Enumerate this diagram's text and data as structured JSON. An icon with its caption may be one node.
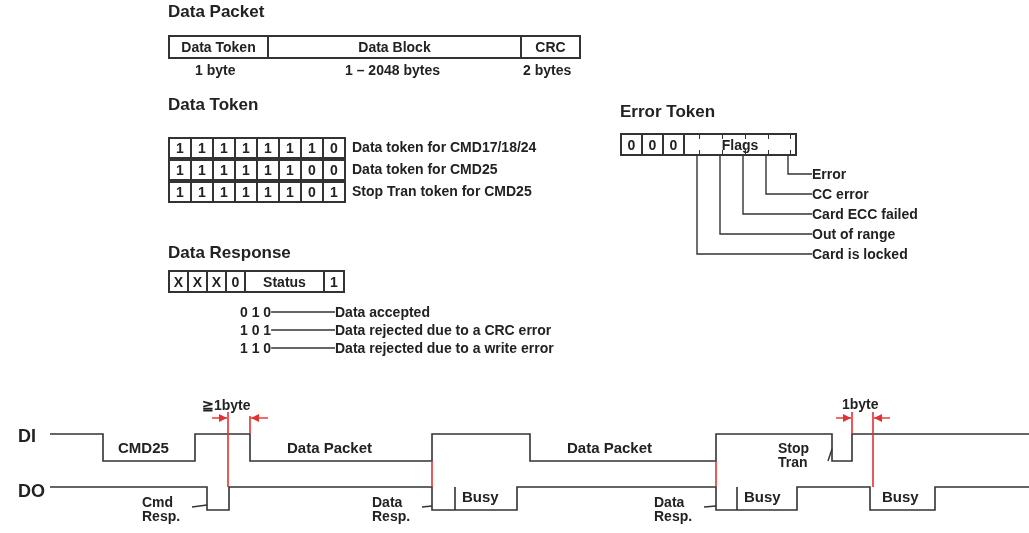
{
  "diagram": {
    "nodes": [
      {
        "text": [
          "Data Token"
        ],
        "beside": [
          "1 byte"
        ]
      },
      {
        "text": [
          "Data Block"
        ],
        "beside": [
          "1 – 2048 bytes"
        ]
      },
      {
        "text": [
          "CRC"
        ],
        "beside": [
          "2 bytes"
        ]
      },
      {
        "text": [
          "1"
        ]
      },
      {
        "text": [
          "1"
        ]
      },
      {
        "text": [
          "1"
        ]
      },
      {
        "text": [
          "1"
        ]
      },
      {
        "text": [
          "1"
        ]
      },
      {
        "text": [
          "1"
        ]
      },
      {
        "text": [
          "1"
        ]
      },
      {
        "text": [
          "0"
        ],
        "beside": [
          "Data token for CMD17/18/24"
        ]
      },
      {
        "text": [
          "1"
        ]
      },
      {
        "text": [
          "1"
        ]
      },
      {
        "text": [
          "1"
        ]
      },
      {
        "text": [
          "1"
        ]
      },
      {
        "text": [
          "1"
        ]
      },
      {
        "text": [
          "1"
        ]
      },
      {
        "text": [
          "0"
        ]
      },
      {
        "text": [
          "0"
        ],
        "beside": [
          "Data token for CMD25"
        ]
      },
      {
        "text": [
          "1"
        ]
      },
      {
        "text": [
          "1"
        ]
      },
      {
        "text": [
          "1"
        ]
      },
      {
        "text": [
          "1"
        ]
      },
      {
        "text": [
          "1"
        ]
      },
      {
        "text": [
          "1"
        ]
      },
      {
        "text": [
          "0"
        ]
      },
      {
        "text": [
          "1"
        ],
        "beside": [
          "Stop Tran token for CMD25"
        ]
      },
      {
        "text": [
          "0"
        ]
      },
      {
        "text": [
          "0"
        ]
      },
      {
        "text": [
          "0"
        ]
      },
      {
        "text": [
          "Flags"
        ]
      },
      {
        "text": [
          "Error"
        ]
      },
      {
        "text": [
          "CC error"
        ]
      },
      {
        "text": [
          "Card ECC failed"
        ]
      },
      {
        "text": [
          "Out of range"
        ]
      },
      {
        "text": [
          "Card is locked"
        ]
      },
      {
        "text": [
          "X"
        ]
      },
      {
        "text": [
          "X"
        ]
      },
      {
        "text": [
          "X"
        ]
      },
      {
        "text": [
          "0"
        ]
      },
      {
        "text": [
          "Status"
        ]
      },
      {
        "text": [
          "1"
        ]
      },
      {
        "text": [
          "0 1 0"
        ]
      },
      {
        "text": [
          "Data accepted"
        ]
      },
      {
        "text": [
          "1 0 1"
        ]
      },
      {
        "text": [
          "Data rejected due to a CRC error"
        ]
      },
      {
        "text": [
          "1 1 0"
        ]
      },
      {
        "text": [
          "Data rejected due to a write error"
        ]
      },
      {
        "text": [
          "Cmd Resp."
        ]
      },
      {
        "text": [
          "Data Resp."
        ]
      },
      {
        "text": [
          "Data Resp."
        ]
      },
      {
        "text": [
          "Stop Tran"
        ]
      }
    ],
    "edges": [
      {
        "from": 31,
        "to": 30,
        "arrow": "none"
      },
      {
        "from": 32,
        "to": 30,
        "arrow": "none"
      },
      {
        "from": 33,
        "to": 30,
        "arrow": "none"
      },
      {
        "from": 34,
        "to": 30,
        "arrow": "none"
      },
      {
        "from": 35,
        "to": 30,
        "arrow": "none"
      },
      {
        "from": 42,
        "to": 43,
        "arrow": "none"
      },
      {
        "from": 44,
        "to": 45,
        "arrow": "none"
      },
      {
        "from": 46,
        "to": 47,
        "arrow": "none"
      },
      {
        "from": 48,
        "to": null,
        "arrow": "none"
      },
      {
        "from": 49,
        "to": null,
        "arrow": "none"
      },
      {
        "from": 50,
        "to": null,
        "arrow": "none"
      },
      {
        "from": 51,
        "to": null,
        "arrow": "none"
      }
    ],
    "labels": [
      "Data Packet",
      "Data Token",
      "Error Token",
      "Data Response",
      "≧1byte",
      "1byte",
      "DI",
      "CMD25",
      "Data Packet",
      "Data Packet",
      "DO",
      "Busy",
      "Busy",
      "Busy"
    ]
  }
}
